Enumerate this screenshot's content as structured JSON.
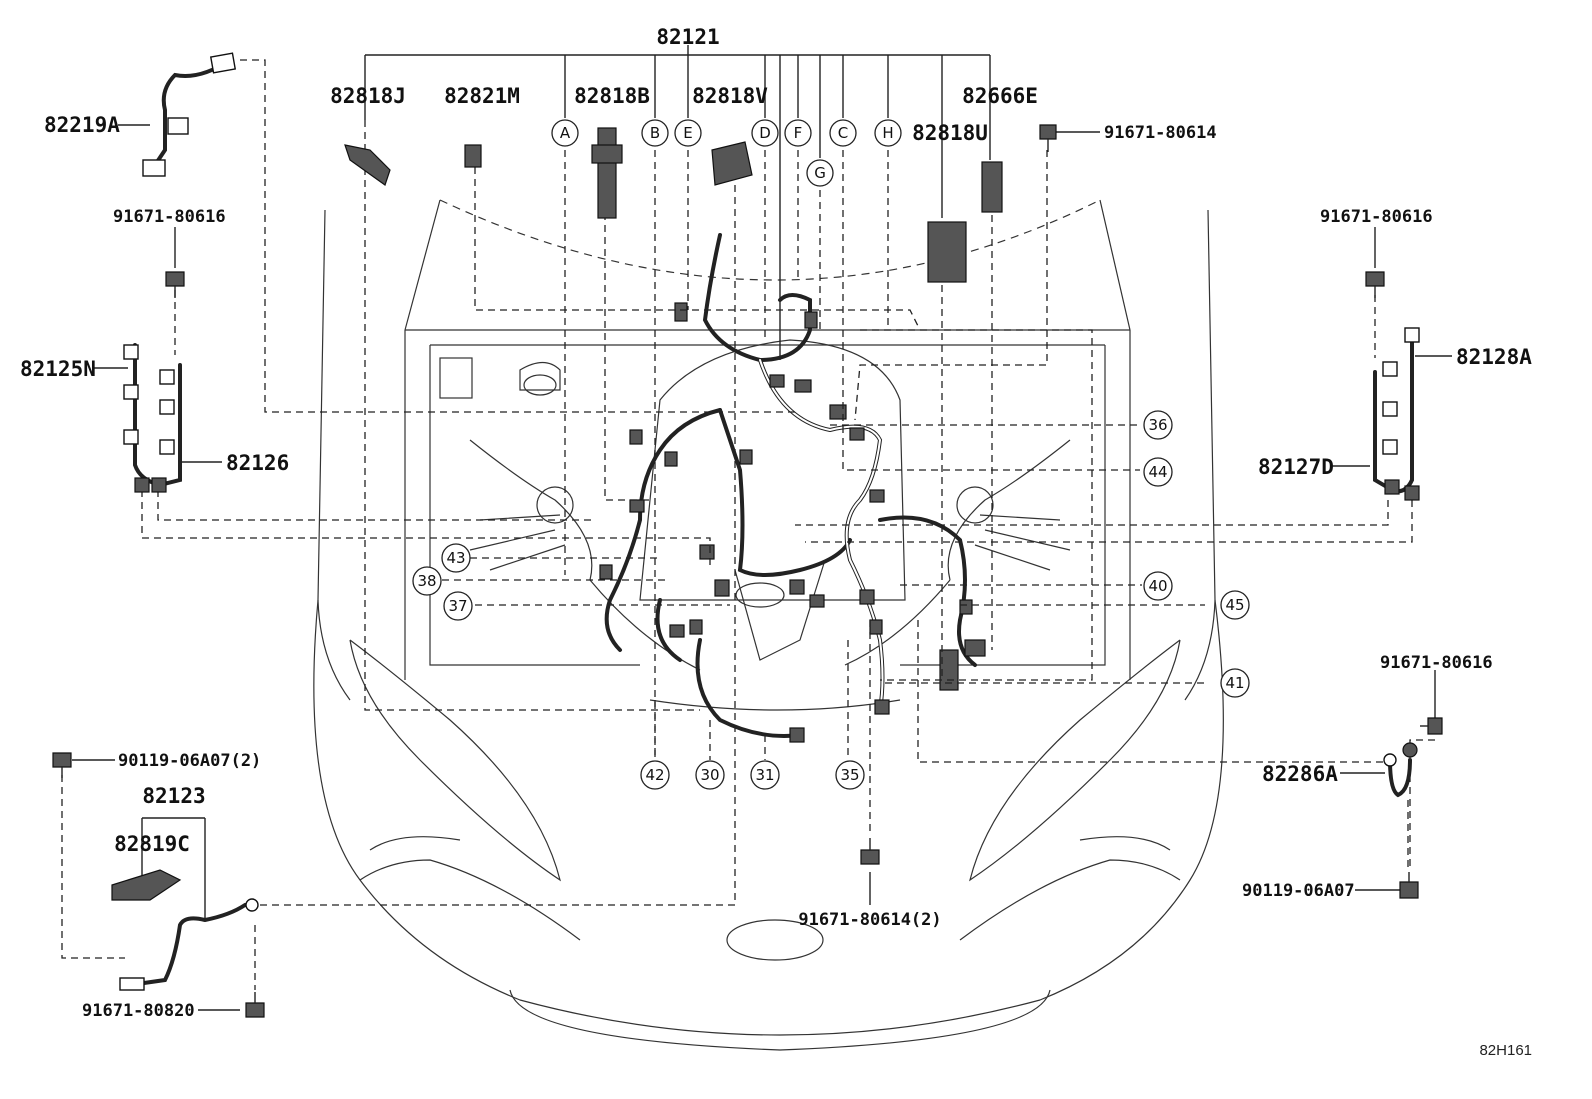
{
  "diagram": {
    "code": "82H161",
    "parts": {
      "p82121": "82121",
      "p82818J": "82818J",
      "p82821M": "82821M",
      "p82818B": "82818B",
      "p82818V": "82818V",
      "p82666E": "82666E",
      "p82818U": "82818U",
      "p82219A": "82219A",
      "p82125N": "82125N",
      "p82126": "82126",
      "p82128A": "82128A",
      "p82127D": "82127D",
      "p82123": "82123",
      "p82819C": "82819C",
      "p82286A": "82286A"
    },
    "fasteners": {
      "f_top_right": "91671-80614",
      "f_left": "91671-80616",
      "f_right": "91671-80616",
      "f_lower_right": "91671-80616",
      "f_lower_left": "90119-06A07(2)",
      "f_bottom_left": "91671-80820",
      "f_bottom_center": "91671-80614(2)",
      "f_bottom_right": "90119-06A07"
    },
    "letters": [
      "A",
      "B",
      "E",
      "D",
      "F",
      "C",
      "H",
      "G"
    ],
    "callouts": {
      "c36": "36",
      "c44": "44",
      "c40": "40",
      "c45": "45",
      "c41": "41",
      "c43": "43",
      "c38": "38",
      "c37": "37",
      "c42": "42",
      "c30": "30",
      "c31": "31",
      "c35": "35"
    }
  }
}
